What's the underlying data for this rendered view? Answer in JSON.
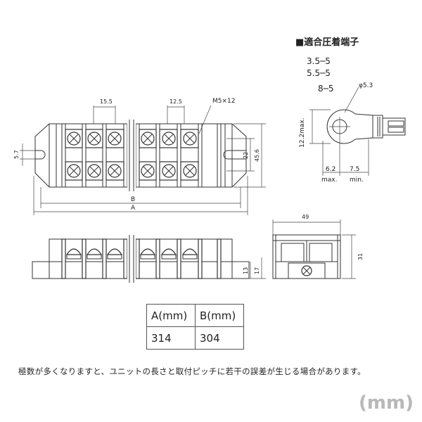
{
  "terminal_spec": {
    "heading": "■適合圧着端子",
    "sizes": [
      "3.5─5",
      "5.5─5",
      "8─5"
    ],
    "hole_diameter": "φ5.3",
    "height": "12.2max.",
    "dim_left": "6.2",
    "dim_left_note": "max.",
    "dim_right": "7.5",
    "dim_right_note": "min."
  },
  "top_view": {
    "pitch_1": "15.5",
    "pitch_2": "12.5",
    "screw": "M5×12",
    "height_1": "5.7",
    "height_2": "22",
    "height_3": "45.6",
    "length_b": "B",
    "length_a": "A"
  },
  "side_view": {
    "width": "49",
    "height_1": "13",
    "height_2": "17",
    "height_3": "31"
  },
  "dims_table": {
    "headers": [
      "A(mm)",
      "B(mm)"
    ],
    "values": [
      "314",
      "304"
    ]
  },
  "note": "極数が多くなりますと、ユニットの長さと取付ピッチに若干の誤差が生じる場合があります。",
  "unit_label": "(mm)"
}
